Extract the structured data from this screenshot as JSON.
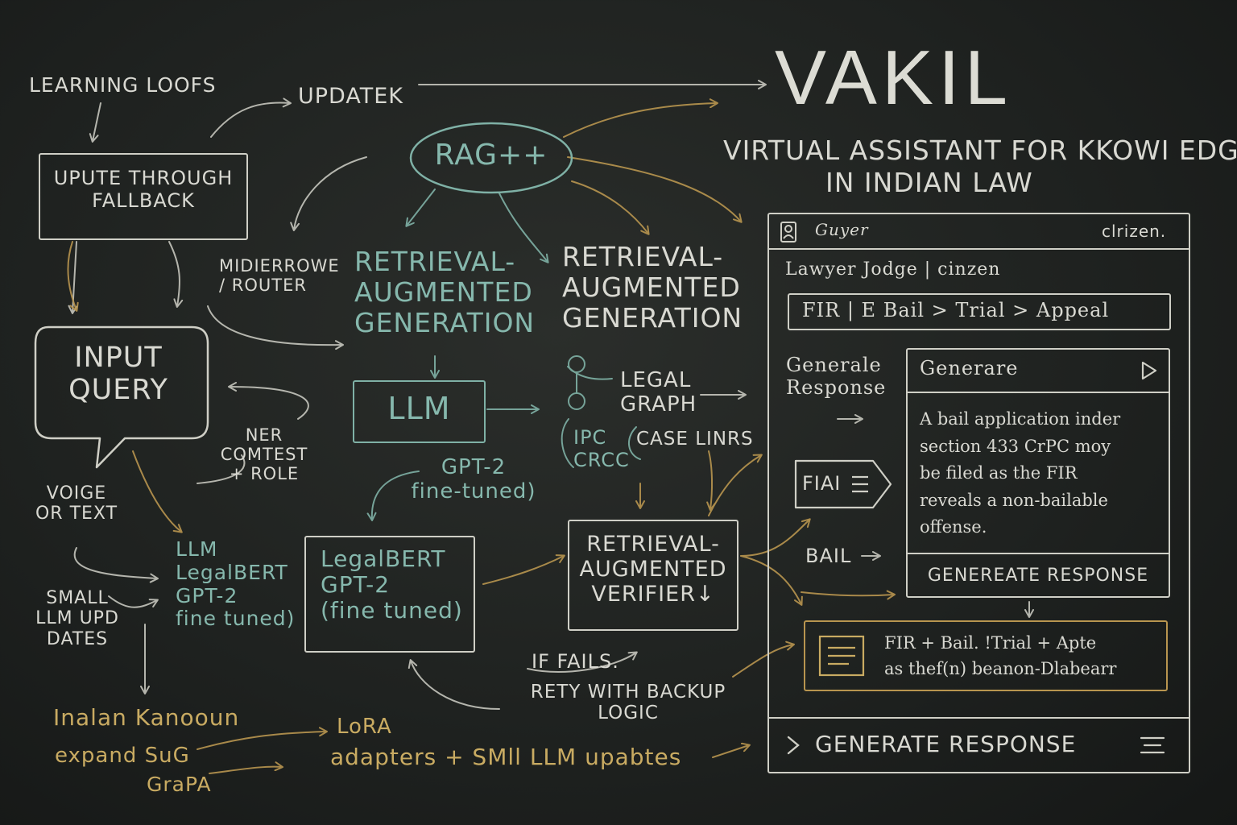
{
  "title": "VAKIL",
  "subtitle_line1": "VIRTUAL ASSISTANT FOR KKOWI EDGE",
  "subtitle_line2": "IN INDIAN LAW",
  "learning_loops": "LEARNING LOOFS",
  "update": "UPDATEK",
  "update_fallback": "UPUTE THROUGH\nFALLBACK",
  "rag": "RAG++",
  "middleware": "MIDIERROWE\n/ ROUTER",
  "rag_block_1": "RETRIEVAL-\nAUGMENTED\nGENERATION",
  "rag_block_2": "RETRIEVAL-\nAUGMENTED\nGENERATION",
  "input_query": "INPUT\nQUERY",
  "llm_box": "LLM",
  "gpt2_finetuned": "GPT-2\nfine-tuned)",
  "legal_graph": "LEGAL\nGRAPH",
  "ipc_crcc": "IPC\nCRCC",
  "case_links": "CASE LINRS",
  "ner": "NER\nCOMTEST\n+ ROLE",
  "voice_text": "VOIGE\nOR TEXT",
  "llm_stack": "LLM\nLegalBERT\nGPT-2\nfine tuned)",
  "legalbert_box": "LegalBERT\nGPT-2\n(fine tuned)",
  "verifier": "RETRIEVAL-\nAUGMENTED\nVERIFIER↓",
  "small_llm": "SMALL\nLLM UPD\nDATES",
  "if_fails": "IF FAILS.",
  "retry": "RETY WITH BACKUP\nLOGIC",
  "indian_kanoon": "Inalan Kanooun",
  "expand_sub": "expand SuG",
  "graph": "GraPA",
  "lora": "LoRA",
  "adapters": "adapters + SMll LLM upabtes",
  "panel": {
    "user_label": "Guyer",
    "citizen_label": "clrizen.",
    "roles": "Lawyer Jodge | cinzen",
    "stages": "FIR | E Bail > Trial > Appeal",
    "generate_response_label": "Generale\nResponse",
    "fiai": "FIAI",
    "bail": "BAIL",
    "card_title": "Generare",
    "card_text": "A bail application inder\nsection 433 CrPC moy\nbe filed as the FIR\nreveals a non-bailable\noffense.",
    "card_button": "GENEREATE RESPONSE",
    "summary_line1": "FIR + Bail. !Trial + Apte",
    "summary_line2": "as thef(n) beanon-Dlabearr",
    "bottom_button": "GENERATE RESPONSE"
  }
}
